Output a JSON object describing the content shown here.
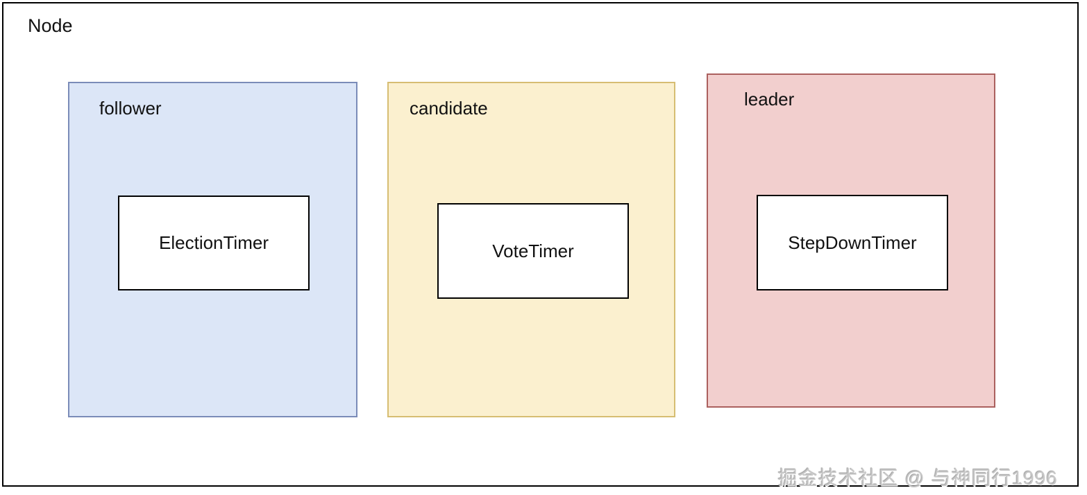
{
  "diagram": {
    "title": "Node",
    "groups": [
      {
        "label": "follower",
        "timer": "ElectionTimer",
        "fill": "#dce6f7",
        "border": "#7a8bb8"
      },
      {
        "label": "candidate",
        "timer": "VoteTimer",
        "fill": "#fbf0cf",
        "border": "#d6bd72"
      },
      {
        "label": "leader",
        "timer": "StepDownTimer",
        "fill": "#f2cfce",
        "border": "#ab605e"
      }
    ],
    "watermark": "掘金技术社区 @ 与神同行1996"
  }
}
